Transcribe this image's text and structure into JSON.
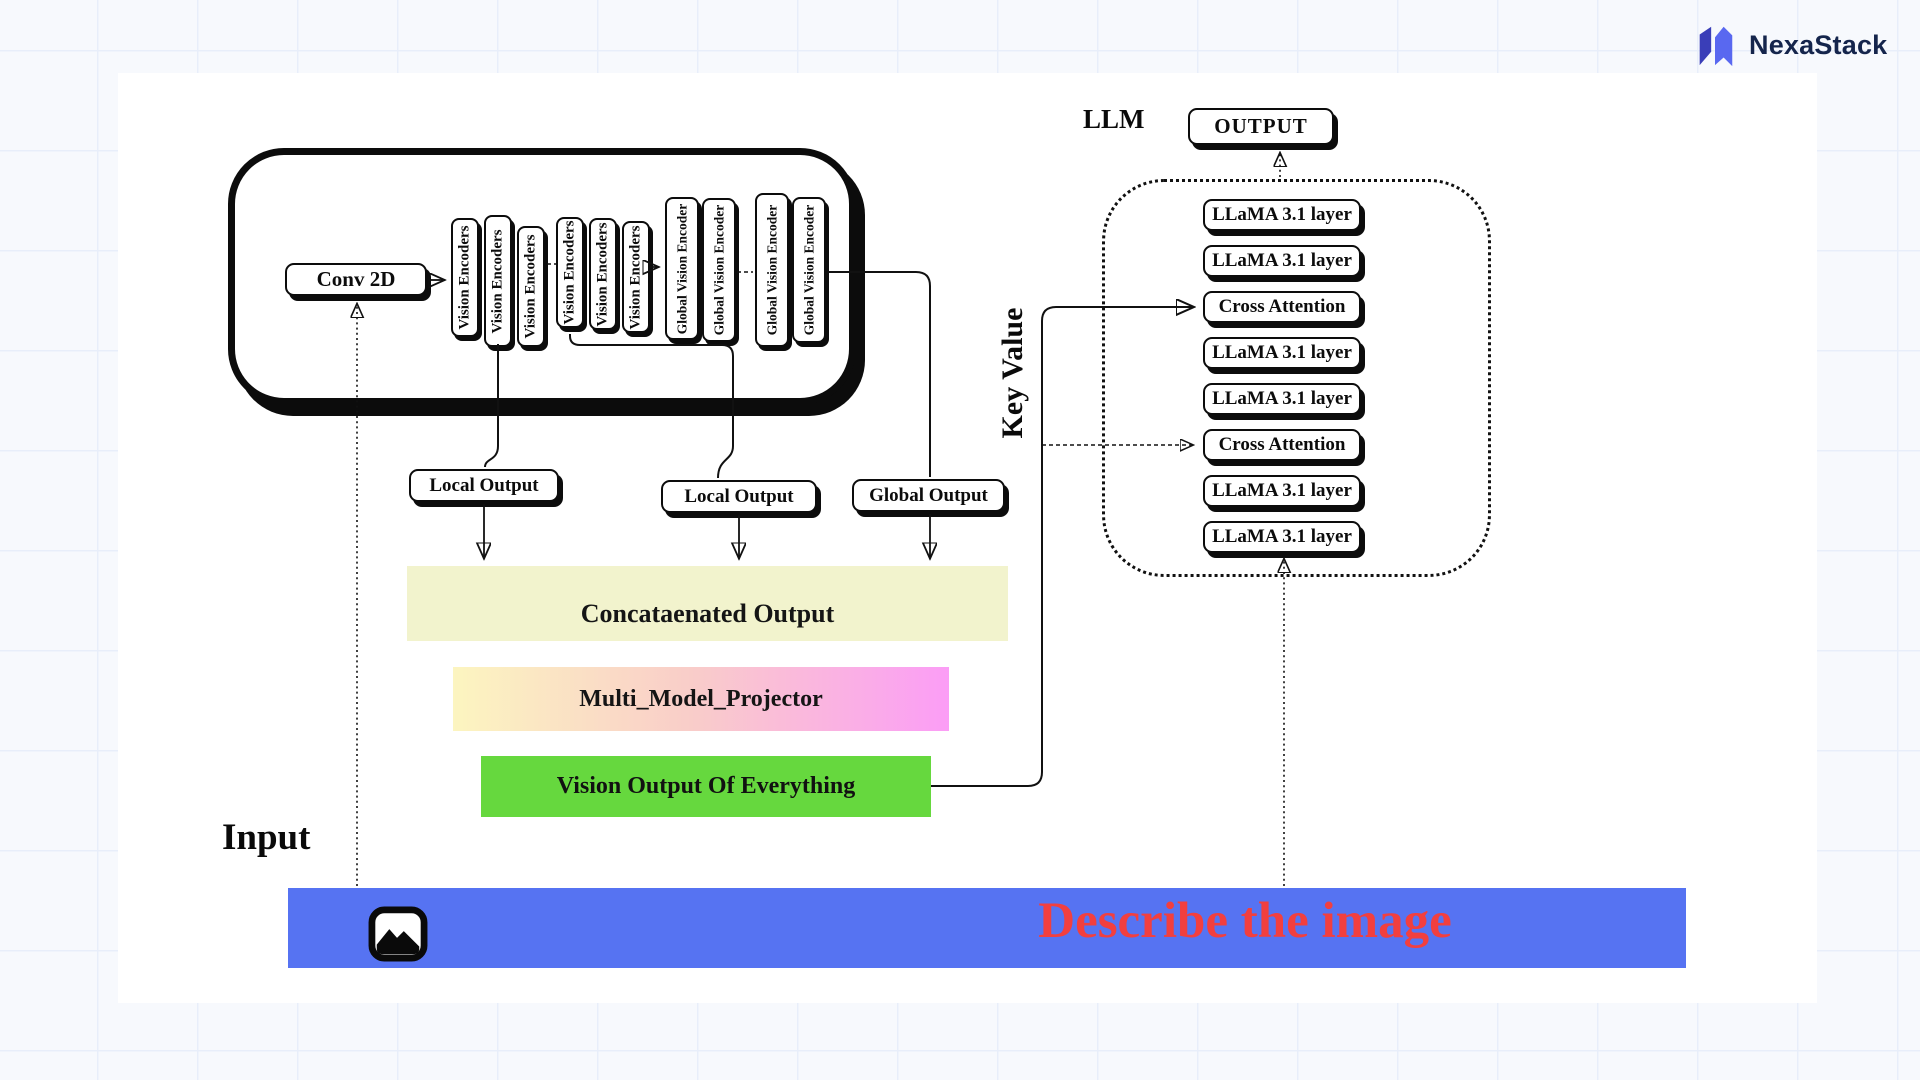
{
  "brand": {
    "name": "NexaStack"
  },
  "colors": {
    "accent_blue": "#5673f2",
    "prompt_red": "#f23f3f",
    "vision_green": "#66d83e",
    "concat_yellow": "#f2f3cd",
    "projector_yellow": "#fcf5c0",
    "projector_pink": "#fb9df6",
    "logo_dark": "#3a3eb8",
    "logo_light": "#5968f0"
  },
  "diagram": {
    "input_label": "Input",
    "prompt_text": "Describe the image",
    "conv_label": "Conv 2D",
    "vision_encoders": [
      "Vision Encoders",
      "Vision Encoders",
      "Vision Encoders",
      "Vision Encoders",
      "Vision Encoders",
      "Vision Encoders"
    ],
    "global_encoders": [
      "Global Vision Encoder",
      "Global Vision Encoder",
      "Global Vision Encoder",
      "Global Vision Encoder"
    ],
    "local_output_1": "Local Output",
    "local_output_2": "Local Output",
    "global_output": "Global Output",
    "concat_label": "Concataenated Output",
    "projector_label": "Multi_Model_Projector",
    "vision_output_label": "Vision Output Of Everything",
    "key_value_label": "Key Value",
    "llm_label": "LLM",
    "output_label": "OUTPUT",
    "llm_layers": [
      "LLaMA 3.1 layer",
      "LLaMA 3.1 layer",
      "Cross Attention",
      "LLaMA 3.1 layer",
      "LLaMA 3.1 layer",
      "Cross Attention",
      "LLaMA 3.1 layer",
      "LLaMA 3.1 layer"
    ]
  }
}
